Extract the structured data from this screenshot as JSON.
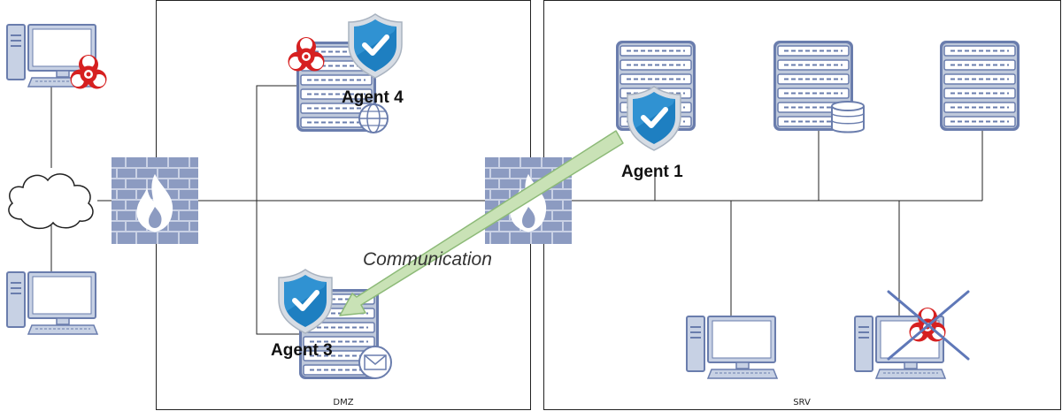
{
  "zones": {
    "dmz": "DMZ",
    "srv": "SRV"
  },
  "agents": {
    "agent1": "Agent 1",
    "agent3": "Agent 3",
    "agent4": "Agent 4"
  },
  "edges": {
    "communication": "Communication"
  },
  "colors": {
    "server_fill": "#BFC9DB",
    "server_stroke": "#6A7DAD",
    "monitor_fill": "#C7D1E4",
    "firewall_fill": "#8C9BC1",
    "shield_blue": "#1E7FC1",
    "biohazard_red": "#D62020",
    "arrow_fill": "#C9E2B6",
    "arrow_stroke": "#8DBA78",
    "cross_stroke": "#5F78B8"
  },
  "icons": [
    "desktop-computer-icon",
    "cloud-icon",
    "firewall-icon",
    "server-icon",
    "shield-check-icon",
    "biohazard-icon",
    "globe-icon",
    "database-icon",
    "mail-icon"
  ]
}
